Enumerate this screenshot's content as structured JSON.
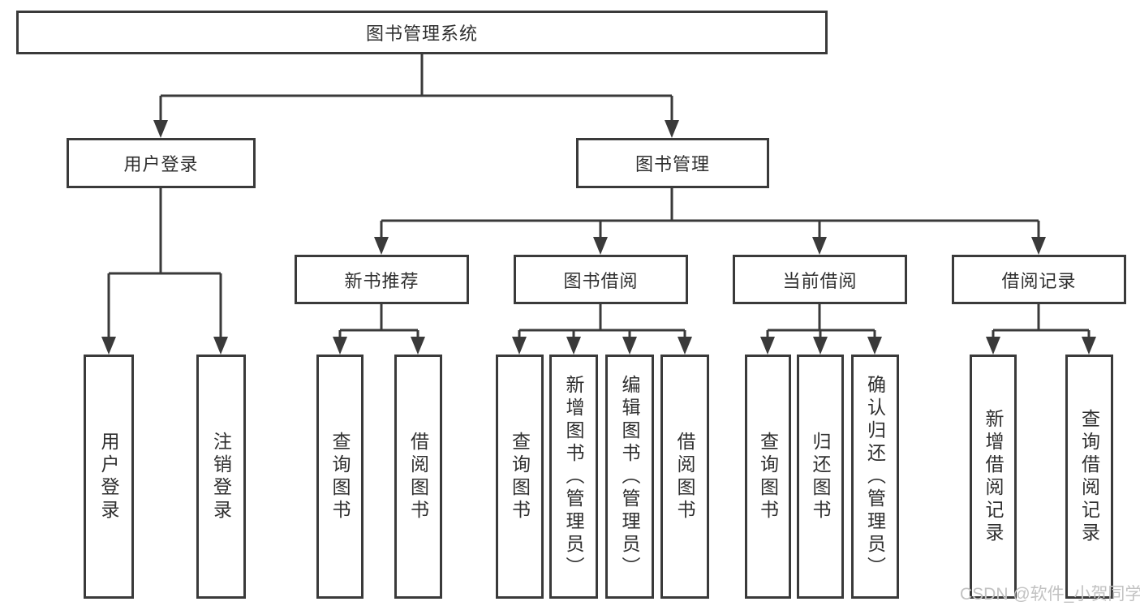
{
  "diagram_type": "hierarchy-tree",
  "tree": {
    "root": {
      "label": "图书管理系统"
    },
    "branches": [
      {
        "label": "用户登录",
        "leaves": [
          {
            "label": "用户登录"
          },
          {
            "label": "注销登录"
          }
        ]
      },
      {
        "label": "图书管理",
        "groups": [
          {
            "label": "新书推荐",
            "leaves": [
              {
                "label": "查询图书"
              },
              {
                "label": "借阅图书"
              }
            ]
          },
          {
            "label": "图书借阅",
            "leaves": [
              {
                "label": "查询图书"
              },
              {
                "label": "新增图书（管理员）"
              },
              {
                "label": "编辑图书（管理员）"
              },
              {
                "label": "借阅图书"
              }
            ]
          },
          {
            "label": "当前借阅",
            "leaves": [
              {
                "label": "查询图书"
              },
              {
                "label": "归还图书"
              },
              {
                "label": "确认归还（管理员）"
              }
            ]
          },
          {
            "label": "借阅记录",
            "leaves": [
              {
                "label": "新增借阅记录"
              },
              {
                "label": "查询借阅记录"
              }
            ]
          }
        ]
      }
    ]
  },
  "watermark": {
    "text": "CSDN @软件_小贺同学"
  },
  "colors": {
    "line": "#3a3a3a",
    "text": "#2f2f2f",
    "watermark": "#c2c2c2",
    "background": "#ffffff"
  }
}
